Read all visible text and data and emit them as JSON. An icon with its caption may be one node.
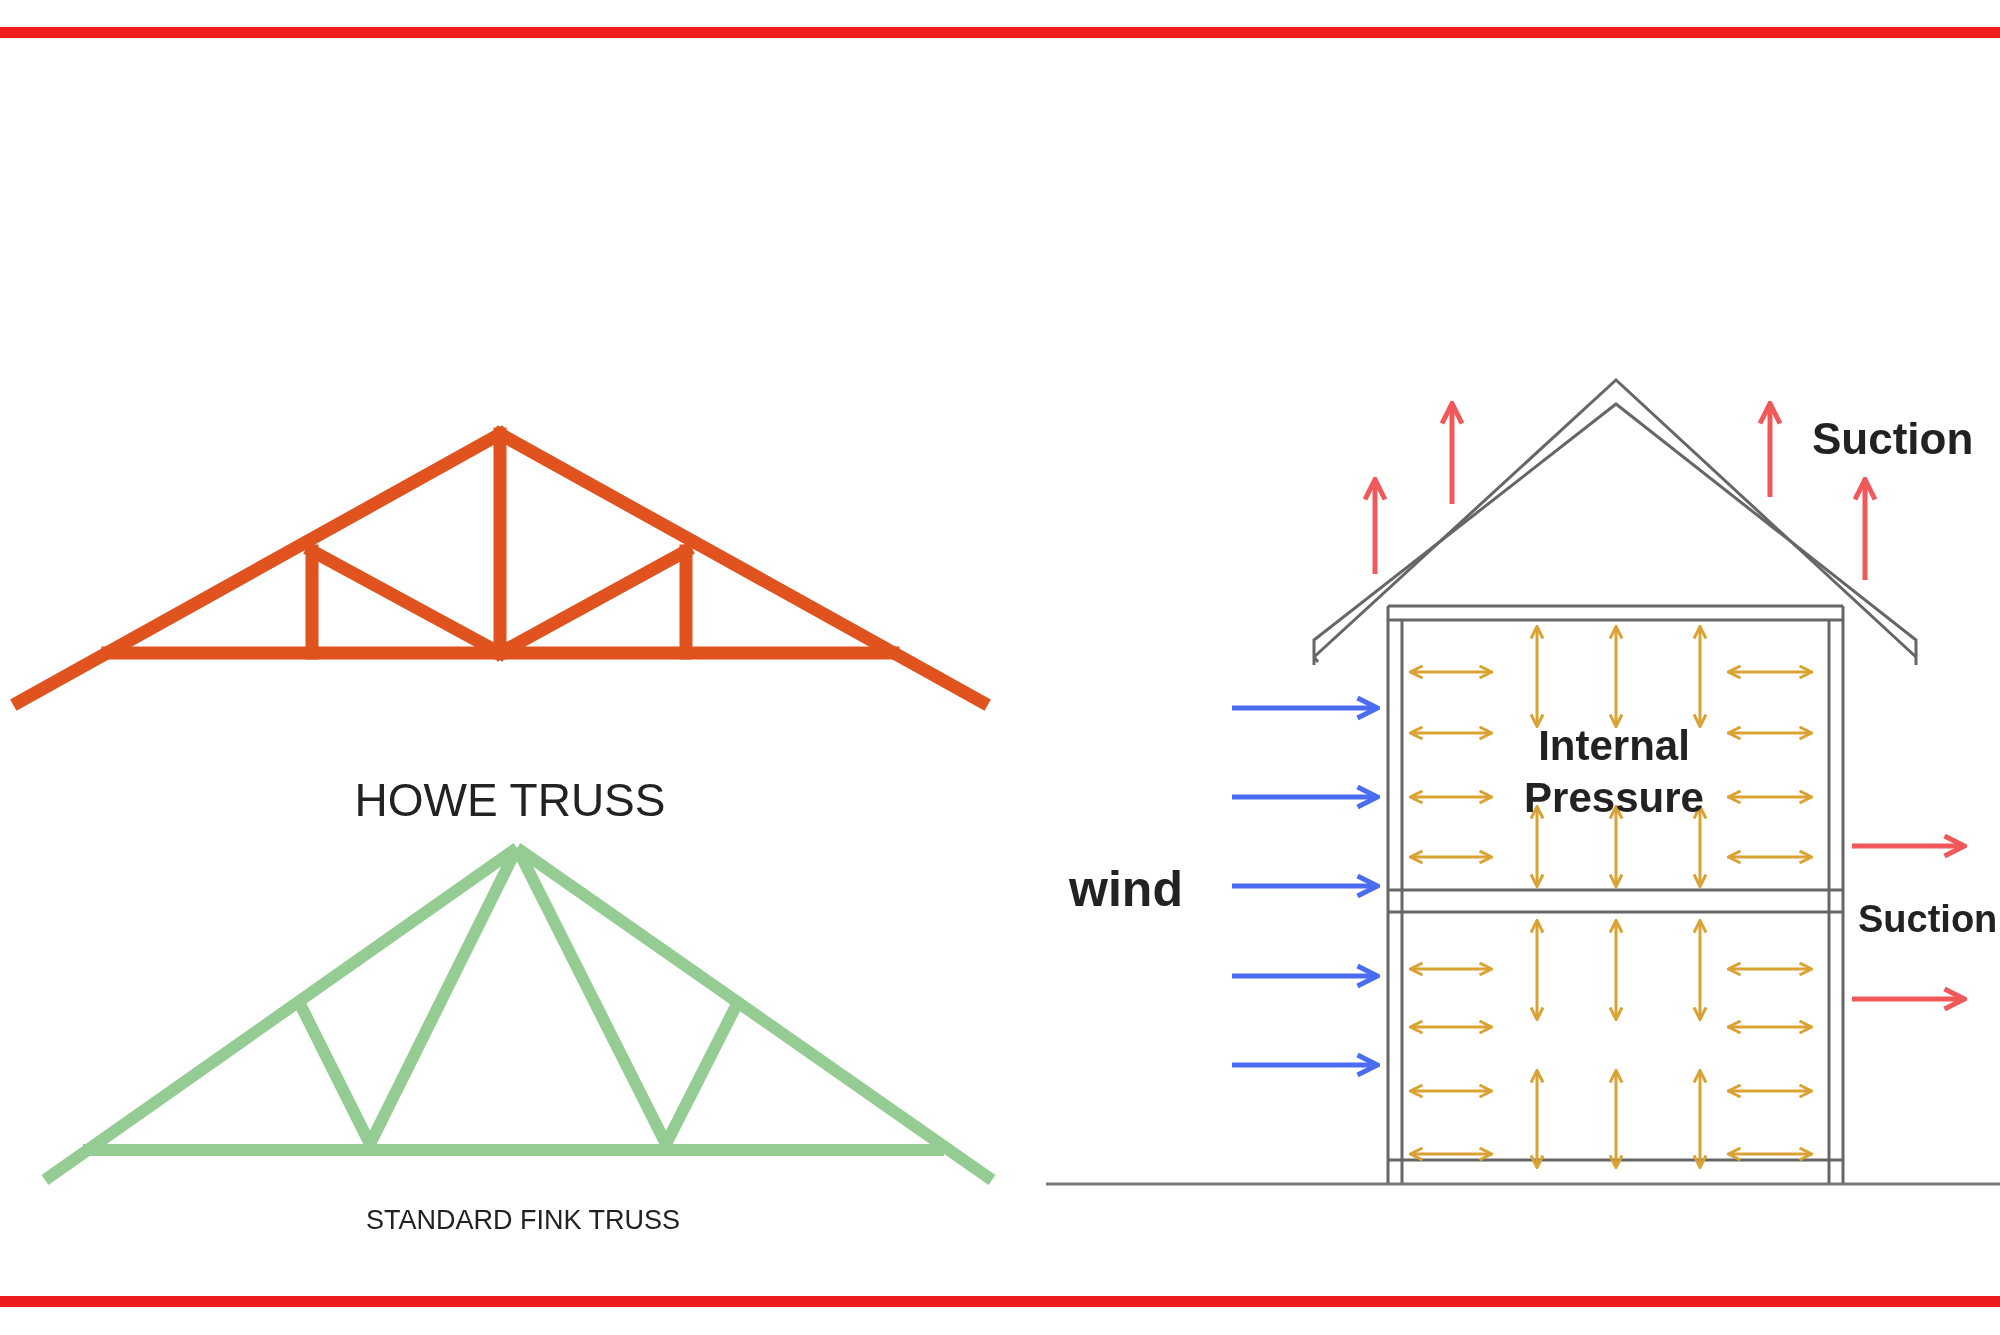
{
  "diagram": {
    "labels": [
      "HOWE TRUSS",
      "STANDARD FINK TRUSS",
      "Suction",
      "Internal Pressure",
      "wind",
      "Suction"
    ]
  }
}
